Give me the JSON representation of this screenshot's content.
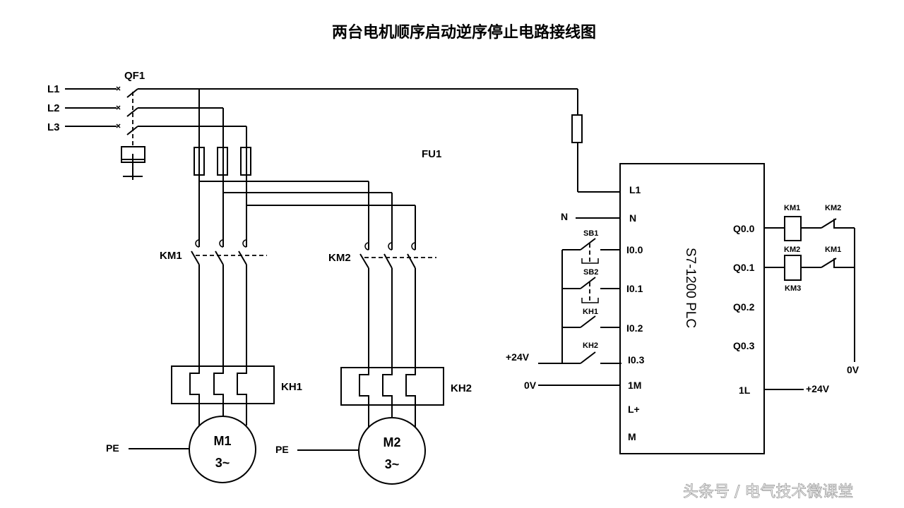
{
  "title": "两台电机顺序启动逆序停止电路接线图",
  "watermark": "头条号 / 电气技术微课堂",
  "power_lines": [
    "L1",
    "L2",
    "L3"
  ],
  "breaker": {
    "label": "QF1"
  },
  "fuse": {
    "label": "FU1"
  },
  "contactors": [
    {
      "label": "KM1"
    },
    {
      "label": "KM2"
    }
  ],
  "overloads": [
    {
      "label": "KH1"
    },
    {
      "label": "KH2"
    }
  ],
  "motors": [
    {
      "name": "M1",
      "phase": "3~",
      "pe_label": "PE"
    },
    {
      "name": "M2",
      "phase": "3~",
      "pe_label": "PE"
    }
  ],
  "plc": {
    "model": "S7-1200 PLC",
    "left_terminals": [
      "L1",
      "N",
      "I0.0",
      "I0.1",
      "I0.2",
      "I0.3",
      "1M",
      "L+",
      "M"
    ],
    "right_terminals": [
      "Q0.0",
      "Q0.1",
      "Q0.2",
      "Q0.3",
      "1L"
    ],
    "n_label": "N",
    "supply_24v": "+24V",
    "supply_0v": "0V",
    "input_devices": [
      "SB1",
      "SB2",
      "KH1",
      "KH2"
    ],
    "output_coils": [
      {
        "coil": "KM1",
        "interlock": "KM2"
      },
      {
        "coil": "KM2",
        "interlock": "KM1",
        "extra_label": "KM3"
      }
    ],
    "output_common_label": "0V",
    "l1_supply_label": "+24V"
  }
}
